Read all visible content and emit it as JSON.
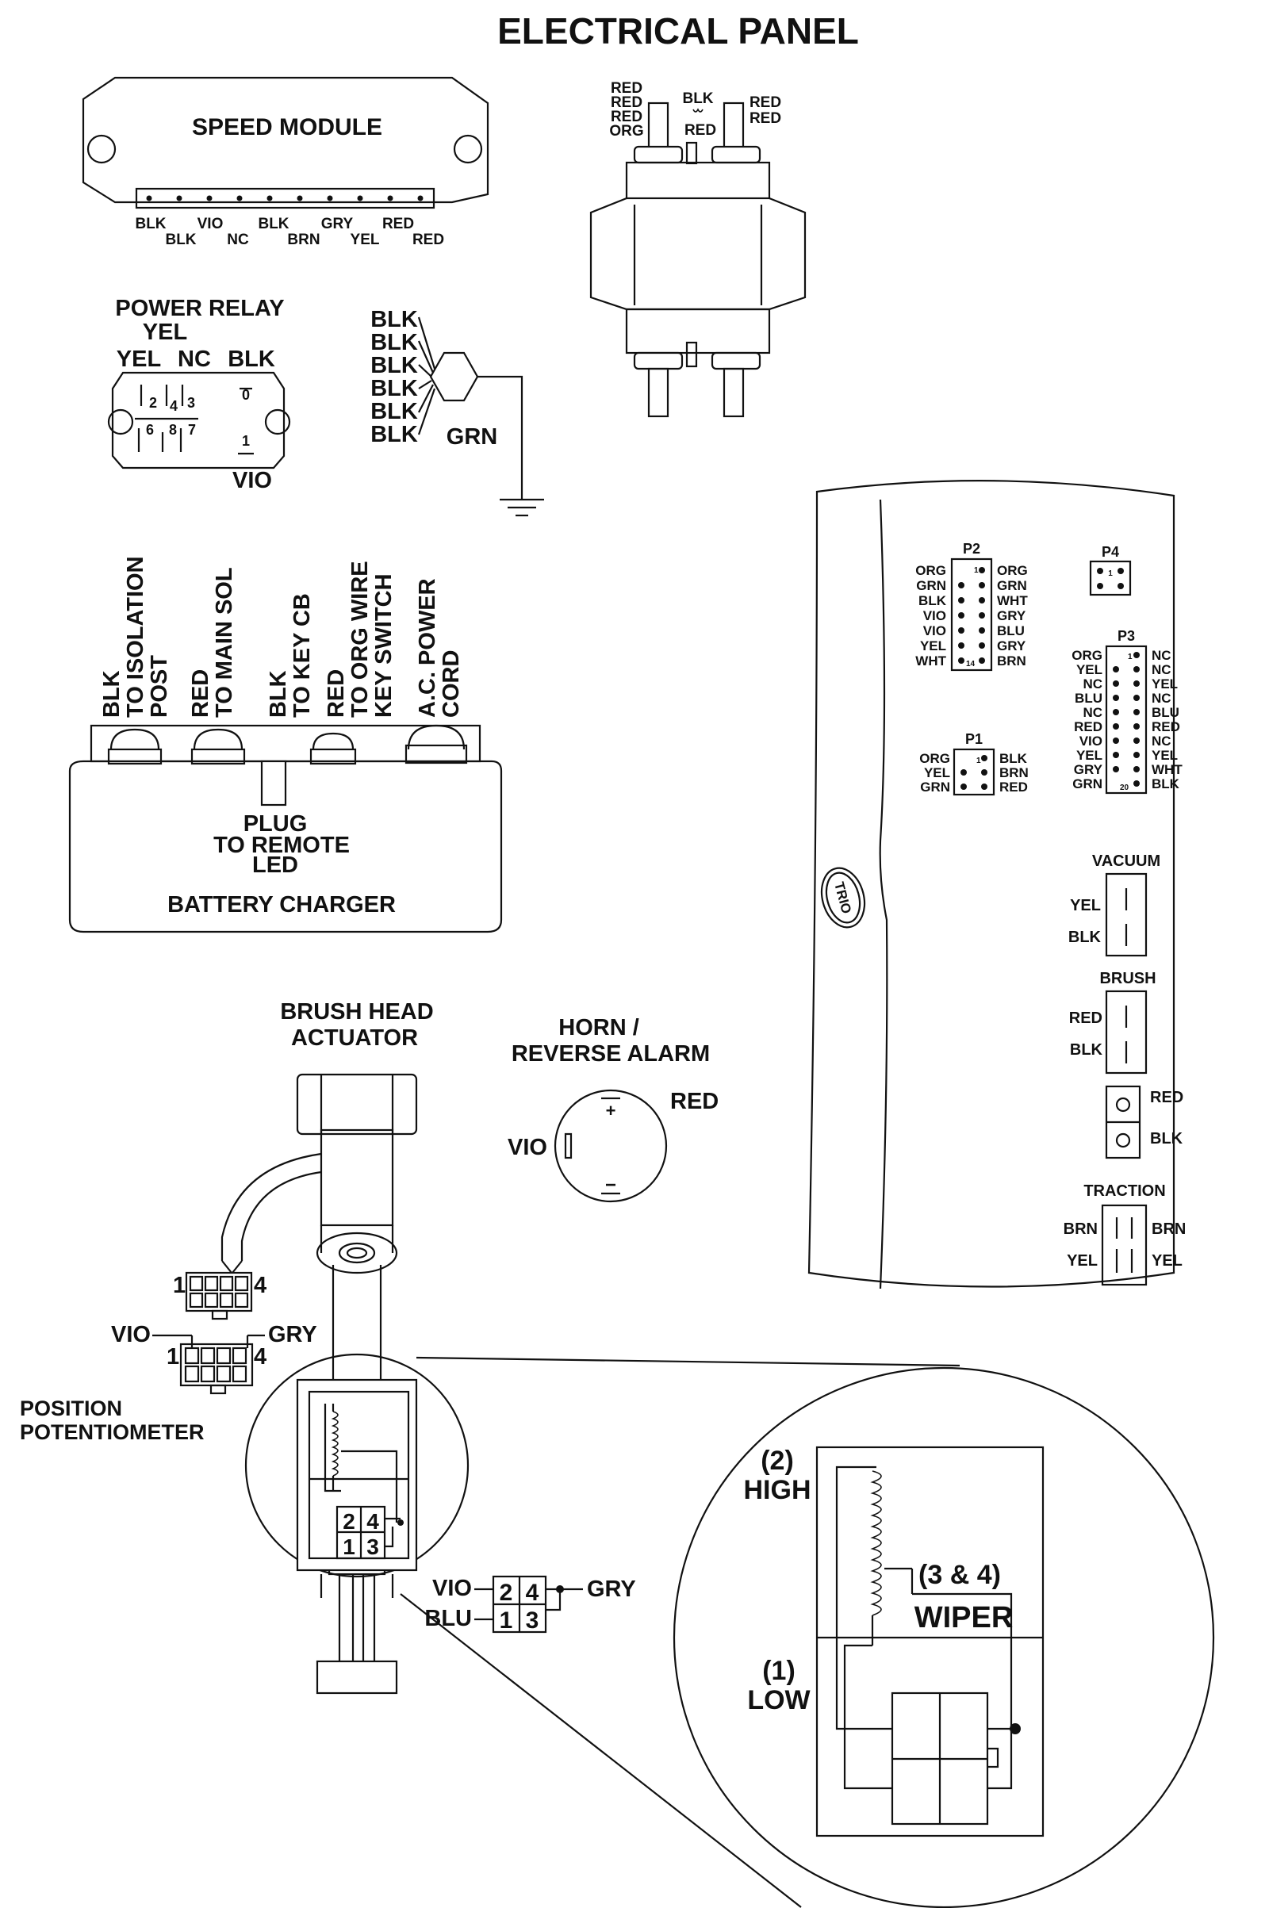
{
  "title": "ELECTRICAL PANEL",
  "speed_module": {
    "name": "SPEED MODULE",
    "upper_wires": [
      "BLK",
      "VIO",
      "BLK",
      "GRY",
      "RED"
    ],
    "lower_wires": [
      "BLK",
      "NC",
      "BRN",
      "YEL",
      "RED"
    ]
  },
  "solenoid": {
    "left_wires": [
      "RED",
      "RED",
      "RED",
      "ORG"
    ],
    "center_wire_top": "BLK",
    "center_wire_bottom": "RED",
    "right_wires": [
      "RED",
      "RED"
    ]
  },
  "power_relay": {
    "name": "POWER RELAY",
    "top_wire": "YEL",
    "row_wires": [
      "YEL",
      "NC",
      "BLK"
    ],
    "pins_top": [
      "2",
      "4",
      "3"
    ],
    "pin0": "0",
    "pins_bottom": [
      "6",
      "8",
      "7"
    ],
    "pin1": "1",
    "bottom_wire": "VIO"
  },
  "ground_block": {
    "wires": [
      "BLK",
      "BLK",
      "BLK",
      "BLK",
      "BLK",
      "BLK"
    ],
    "ground_wire": "GRN"
  },
  "battery_charger": {
    "name": "BATTERY CHARGER",
    "plug_label": [
      "PLUG",
      "TO REMOTE",
      "LED"
    ],
    "connections": [
      [
        "BLK",
        "TO ISOLATION",
        "POST"
      ],
      [
        "RED",
        "TO MAIN SOL"
      ],
      [
        "BLK",
        "TO KEY CB"
      ],
      [
        "RED",
        "TO ORG WIRE",
        "KEY SWITCH"
      ],
      [
        "A.C. POWER",
        "CORD"
      ]
    ]
  },
  "controller": {
    "logo": "TRIO",
    "p2": {
      "label": "P2",
      "left": [
        "ORG",
        "GRN",
        "BLK",
        "VIO",
        "VIO",
        "YEL",
        "WHT"
      ],
      "right": [
        "ORG",
        "GRN",
        "WHT",
        "GRY",
        "BLU",
        "GRY",
        "BRN"
      ],
      "pin_first": "1",
      "pin_last": "14"
    },
    "p4": {
      "label": "P4",
      "pin_first": "1"
    },
    "p3": {
      "label": "P3",
      "left": [
        "ORG",
        "YEL",
        "NC",
        "BLU",
        "NC",
        "RED",
        "VIO",
        "YEL",
        "GRY",
        "GRN"
      ],
      "right": [
        "NC",
        "NC",
        "YEL",
        "NC",
        "BLU",
        "RED",
        "NC",
        "YEL",
        "WHT",
        "BLK"
      ],
      "pin_first": "1",
      "pin_last": "20"
    },
    "p1": {
      "label": "P1",
      "left": [
        "ORG",
        "YEL",
        "GRN"
      ],
      "right": [
        "BLK",
        "BRN",
        "RED"
      ],
      "pin_first": "1"
    },
    "vacuum": {
      "label": "VACUUM",
      "wires": [
        "YEL",
        "BLK"
      ]
    },
    "brush": {
      "label": "BRUSH",
      "wires": [
        "RED",
        "BLK"
      ]
    },
    "terminals": [
      "RED",
      "BLK"
    ],
    "traction": {
      "label": "TRACTION",
      "left": [
        "BRN",
        "YEL"
      ],
      "right": [
        "BRN",
        "YEL"
      ]
    }
  },
  "actuator": {
    "name": [
      "BRUSH HEAD",
      "ACTUATOR"
    ],
    "connector_pins": [
      "1",
      "4"
    ],
    "mating_wires": [
      "VIO",
      "GRY"
    ],
    "pot_label": [
      "POSITION",
      "POTENTIOMETER"
    ],
    "pot_pins": [
      "2",
      "4",
      "1",
      "3"
    ]
  },
  "horn": {
    "name": [
      "HORN /",
      "REVERSE ALARM"
    ],
    "wire_right": "RED",
    "wire_left": "VIO",
    "plus": "+",
    "minus": "−"
  },
  "pot_connector": {
    "left_wires": [
      "VIO",
      "BLU"
    ],
    "right_wire": "GRY",
    "pins": [
      "2",
      "4",
      "1",
      "3"
    ]
  },
  "detail": {
    "high": [
      "(2)",
      "HIGH"
    ],
    "wiper": [
      "(3 & 4)",
      "WIPER"
    ],
    "low": [
      "(1)",
      "LOW"
    ]
  }
}
